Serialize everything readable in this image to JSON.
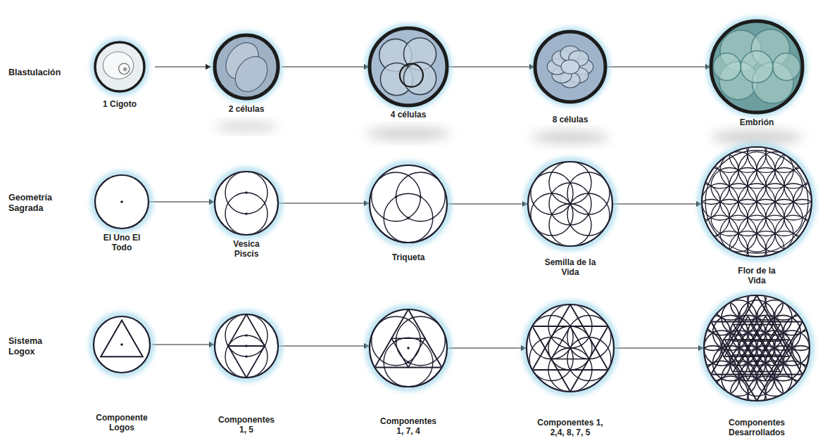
{
  "diagram": {
    "nodes": [
      {
        "text": [
          "1 Cigoto"
        ]
      },
      {
        "text": [
          "2 células"
        ]
      },
      {
        "text": [
          "4 células"
        ]
      },
      {
        "text": [
          "8 células"
        ]
      },
      {
        "text": [
          "Embrión"
        ]
      },
      {
        "text": [
          "El Uno El Todo"
        ]
      },
      {
        "text": [
          "Vesica Piscis"
        ]
      },
      {
        "text": [
          "Triqueta"
        ]
      },
      {
        "text": [
          "Semilla de la Vida"
        ]
      },
      {
        "text": [
          "Flor de la Vida"
        ]
      },
      {
        "text": [
          "Componente Logos"
        ]
      },
      {
        "text": [
          "Componentes 1, 5"
        ]
      },
      {
        "text": [
          "Componentes 1, 7, 4"
        ]
      },
      {
        "text": [
          "Componentes 1, 2,4, 8, 7, 5"
        ]
      },
      {
        "text": [
          "Componentes Desarrollados"
        ]
      }
    ],
    "edges": [
      {
        "from": 0,
        "to": 1,
        "arrow": "to"
      },
      {
        "from": 1,
        "to": 2,
        "arrow": "to"
      },
      {
        "from": 2,
        "to": 3,
        "arrow": "to"
      },
      {
        "from": 3,
        "to": 4,
        "arrow": "to"
      },
      {
        "from": 5,
        "to": 6,
        "arrow": "to"
      },
      {
        "from": 6,
        "to": 7,
        "arrow": "to"
      },
      {
        "from": 7,
        "to": 8,
        "arrow": "to"
      },
      {
        "from": 8,
        "to": 9,
        "arrow": "to"
      },
      {
        "from": 10,
        "to": 11,
        "arrow": "to"
      },
      {
        "from": 11,
        "to": 12,
        "arrow": "to"
      },
      {
        "from": 12,
        "to": 13,
        "arrow": "to"
      },
      {
        "from": 13,
        "to": 14,
        "arrow": "to"
      }
    ],
    "labels": [
      "Blastulación",
      "Geometría Sagrada",
      "Sistema Logox"
    ]
  }
}
